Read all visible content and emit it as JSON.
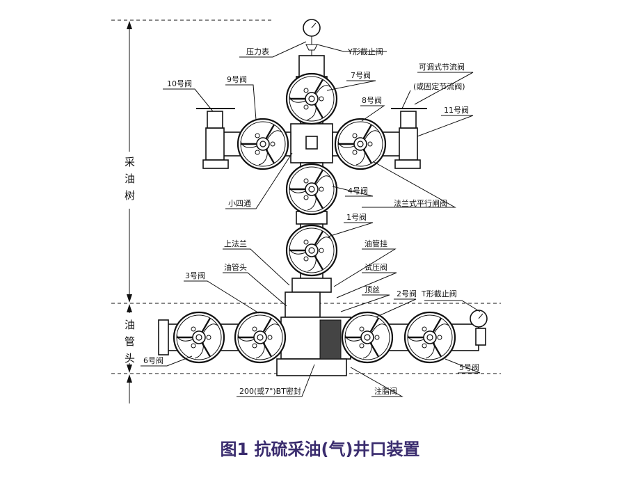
{
  "sections": {
    "tree": "采油树",
    "head": "油管头"
  },
  "labels": {
    "gauge_top": "压力表",
    "y_valve": "Y形截止阀",
    "v7": "7号阀",
    "adjustable_choke": "可调式节流阀",
    "fixed_choke": "(或固定节流阀)",
    "v10": "10号阀",
    "v9": "9号阀",
    "v8": "8号阀",
    "v11": "11号阀",
    "v4": "4号阀",
    "small_cross": "小四通",
    "gate_valve": "法兰式平行闸阀",
    "v1": "1号阀",
    "upper_flange": "上法兰",
    "hanger": "油管挂",
    "tubing_head": "油管头",
    "test_valve": "试压阀",
    "v3": "3号阀",
    "top_screw": "顶丝",
    "v2": "2号阀",
    "t_valve": "T形截止阀",
    "v6": "6号阀",
    "v5": "5号阀",
    "seal": "200(或7\")BT密封",
    "grease_valve": "注脂阀"
  },
  "caption": "图1 抗硫采油(气)井口装置",
  "colors": {
    "caption": "#3a2c6e",
    "line": "#111111"
  }
}
